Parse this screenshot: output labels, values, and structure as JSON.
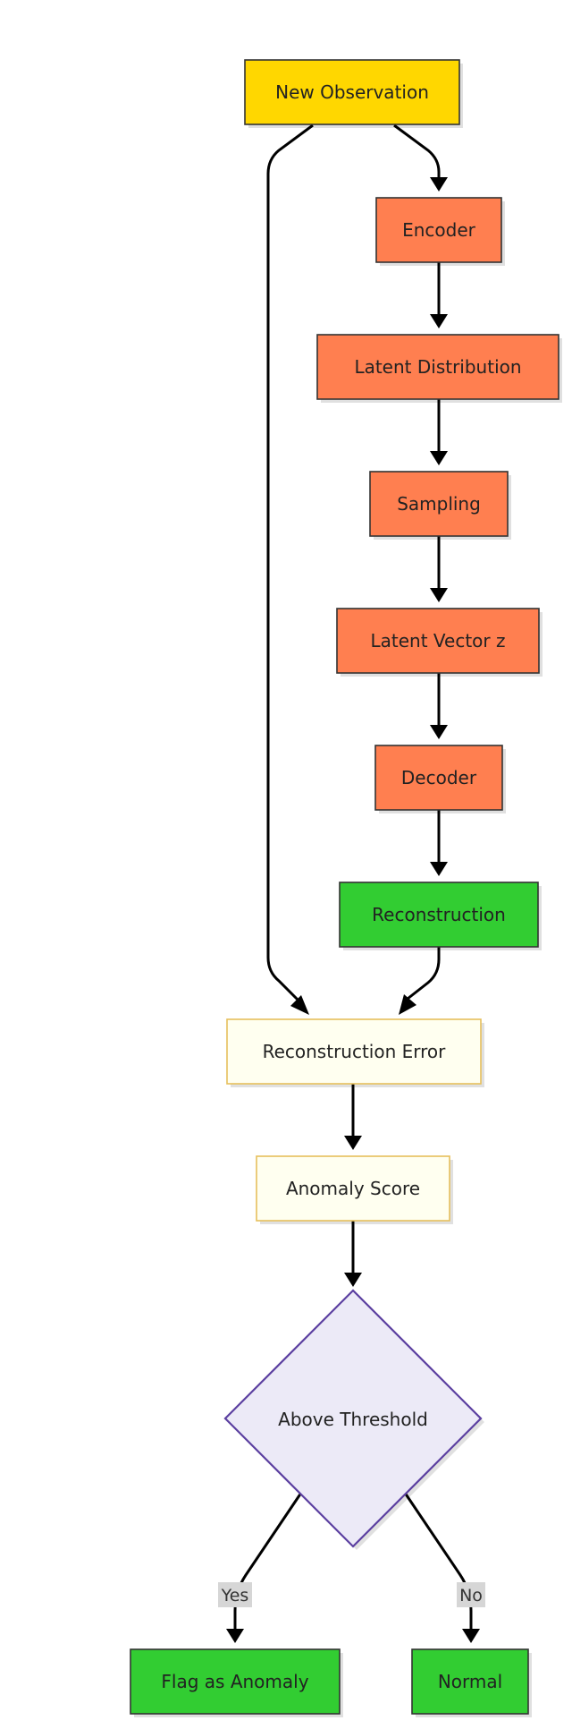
{
  "colors": {
    "start": "#FFD700",
    "process": "#FF7F50",
    "success": "#32CD32",
    "error_box": "#FFFFF0",
    "error_border": "#E6C05C",
    "decision": "#ECEAF7",
    "decision_border": "#5B3FA0",
    "edge_label_bg": "#D6D6D6"
  },
  "nodes": {
    "new_observation": "New Observation",
    "encoder": "Encoder",
    "latent_distribution": "Latent Distribution",
    "sampling": "Sampling",
    "latent_vector": "Latent Vector z",
    "decoder": "Decoder",
    "reconstruction": "Reconstruction",
    "reconstruction_error": "Reconstruction Error",
    "anomaly_score": "Anomaly Score",
    "above_threshold": "Above Threshold",
    "flag_anomaly": "Flag as Anomaly",
    "normal": "Normal"
  },
  "edges": {
    "yes": "Yes",
    "no": "No"
  }
}
